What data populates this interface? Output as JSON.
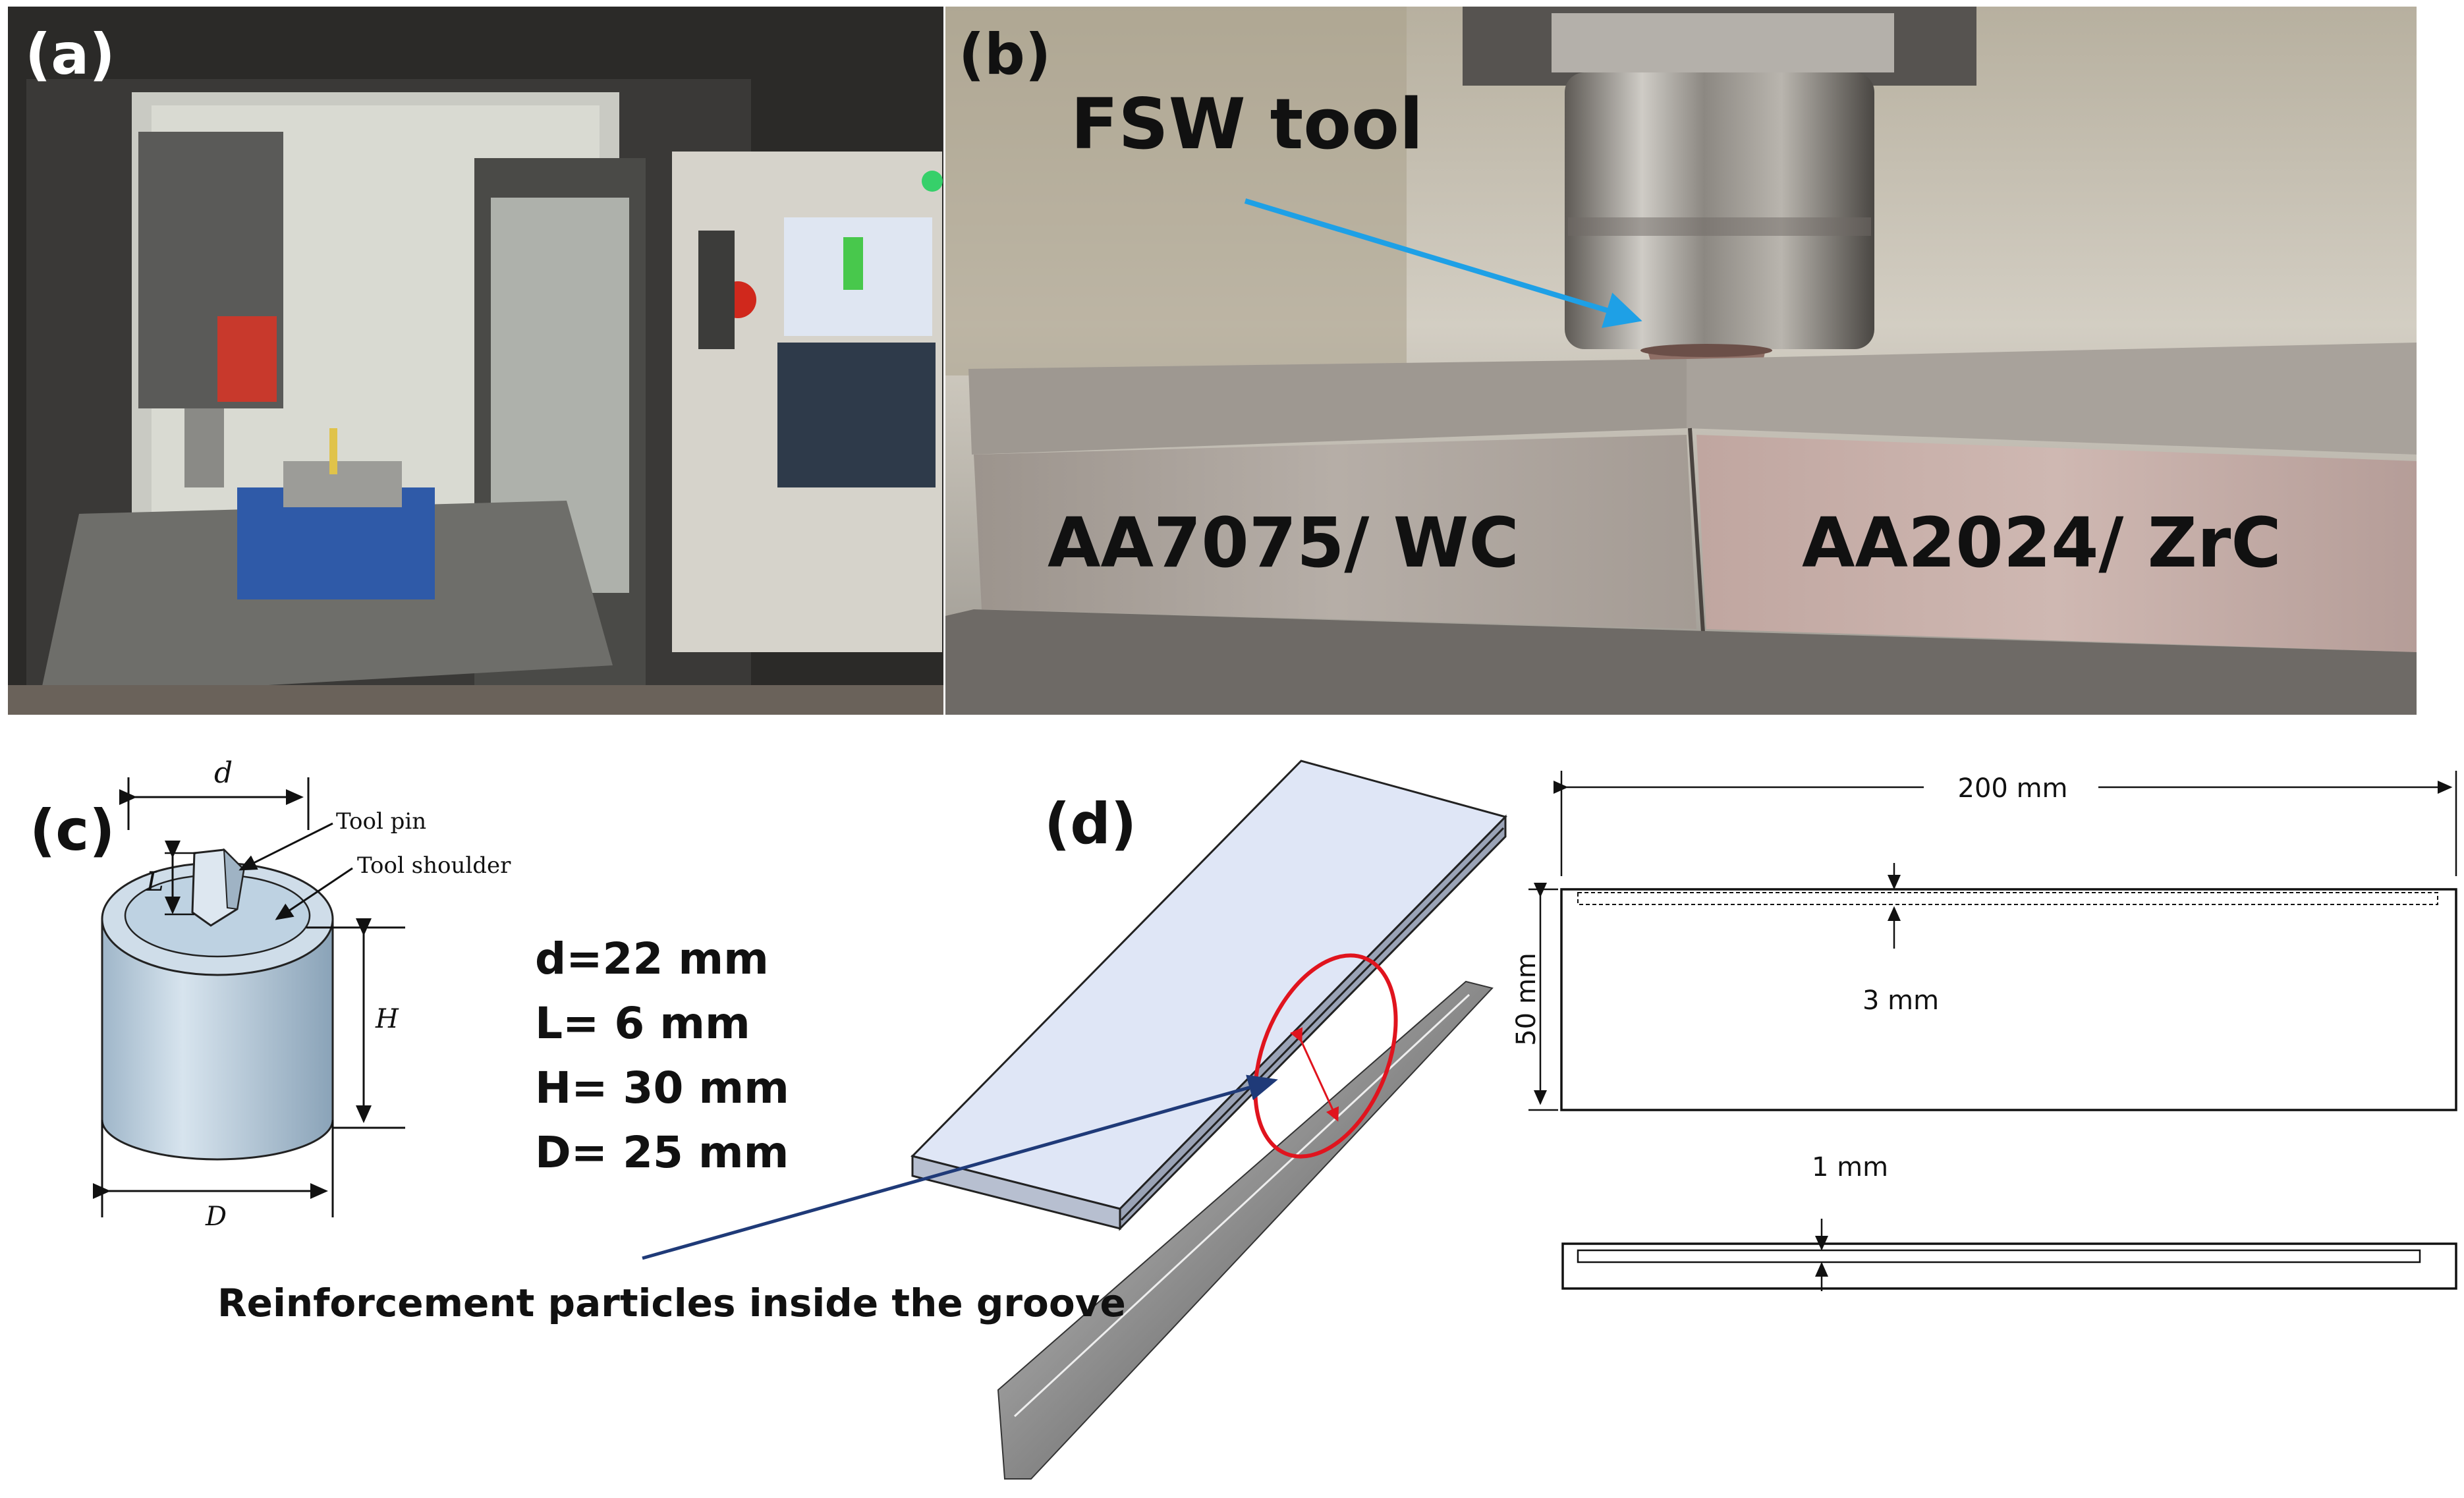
{
  "panels": {
    "a": {
      "label": "(a)"
    },
    "b": {
      "label": "(b)",
      "tool_label": "FSW tool",
      "left_plate_label": "AA7075/ WC",
      "right_plate_label": "AA2024/ ZrC"
    },
    "c": {
      "label": "(c)",
      "dim_top": "d",
      "dim_pin_height": "L",
      "dim_height": "H",
      "dim_bottom": "D",
      "callout_pin": "Tool pin",
      "callout_shoulder": "Tool shoulder",
      "specs": [
        "d=22 mm",
        "L= 6 mm",
        "H= 30 mm",
        "D= 25 mm"
      ]
    },
    "d": {
      "label": "(d)",
      "groove_callout": "Reinforcement particles inside the groove",
      "dim_length": "200 mm",
      "dim_width": "50 mm",
      "dim_groove_depth": "3 mm",
      "dim_groove_width": "1 mm"
    }
  },
  "colors": {
    "arrow_blue": "#1ea0e6",
    "arrow_navy": "#1f3a78",
    "ellipse_red": "#e0141e",
    "plate_face": "#dfe6f6",
    "tool_fill": "#c2d6e6"
  }
}
